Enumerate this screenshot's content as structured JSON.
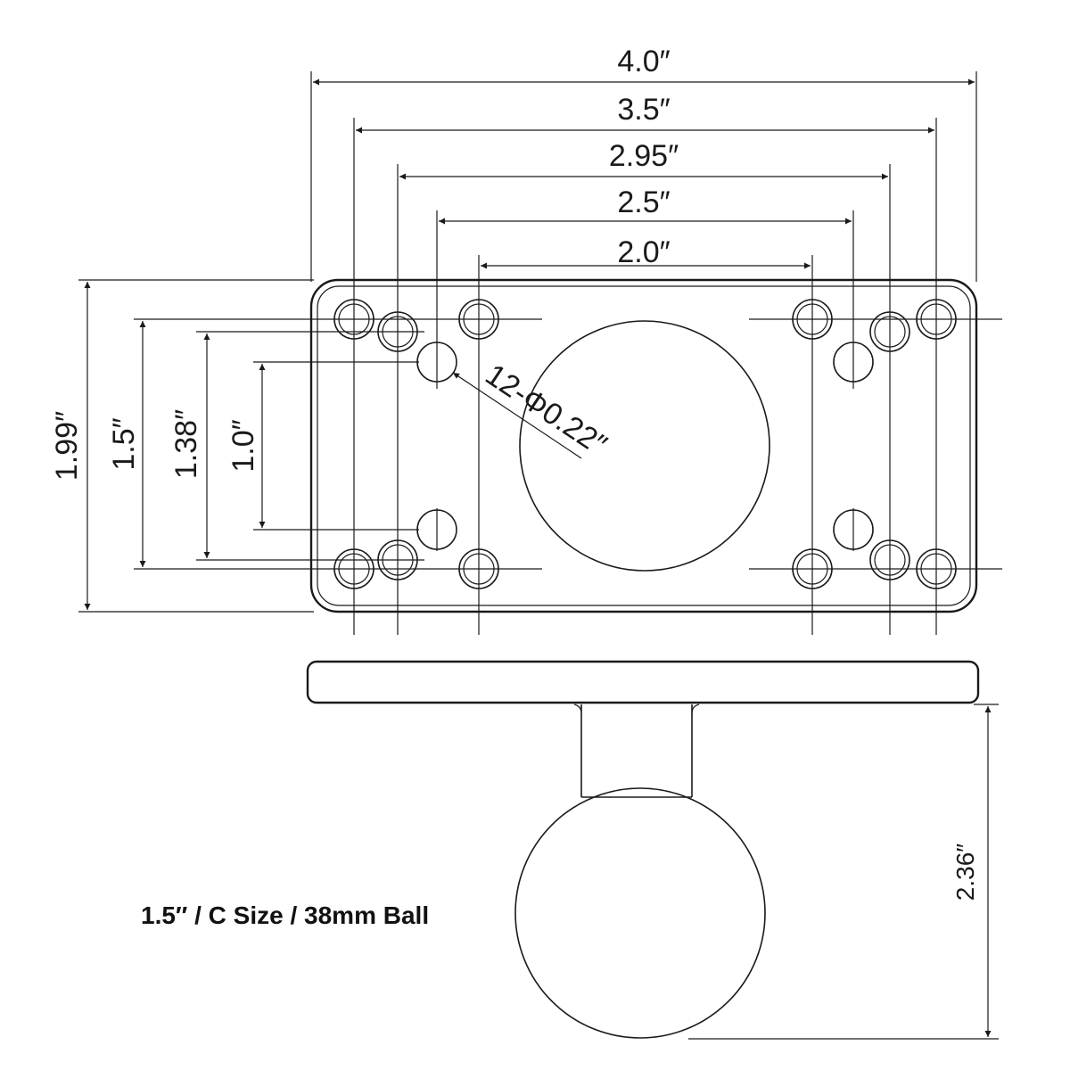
{
  "dimensions": {
    "width_outer": "4.0″",
    "width_3_5": "3.5″",
    "width_2_95": "2.95″",
    "width_2_5": "2.5″",
    "width_2_0": "2.0″",
    "height_outer": "1.99″",
    "height_1_5": "1.5″",
    "height_1_38": "1.38″",
    "height_1_0": "1.0″",
    "hole_callout": "12-Φ0.22″",
    "ball_height": "2.36″"
  },
  "caption": "1.5″ / C Size / 38mm Ball"
}
